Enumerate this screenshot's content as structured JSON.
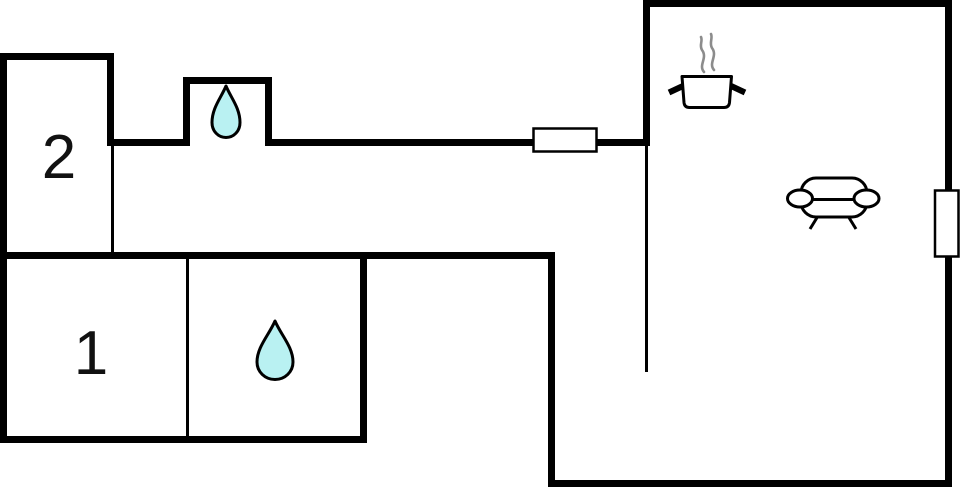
{
  "title": "apartment-floor-plan",
  "colors": {
    "background": "#ffffff",
    "wall": "#000000",
    "water": "#b9f1f2",
    "steam": "#8c8c8c",
    "label": "#111111"
  },
  "rooms": [
    {
      "name": "bedroom-2",
      "label": "2"
    },
    {
      "name": "bedroom-1",
      "label": "1"
    }
  ],
  "fixtures": [
    {
      "name": "water-drop-closet",
      "icon": "water-drop-icon"
    },
    {
      "name": "water-drop-bathroom",
      "icon": "water-drop-icon"
    },
    {
      "name": "kitchen-stove",
      "icon": "cooking-pot-icon"
    },
    {
      "name": "kitchen-steam",
      "icon": "steam-icon"
    },
    {
      "name": "living-room-seating",
      "icon": "sofa-icon"
    }
  ],
  "openings": [
    {
      "name": "corridor-door",
      "type": "door-window-marker"
    },
    {
      "name": "right-wall-window",
      "type": "door-window-marker"
    }
  ]
}
